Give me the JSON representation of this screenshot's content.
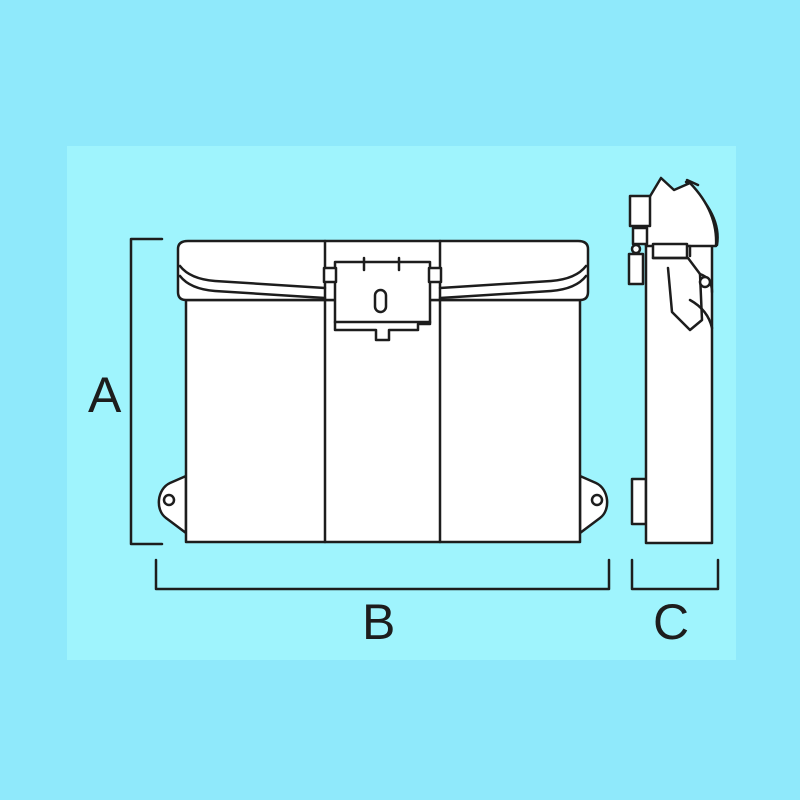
{
  "colors": {
    "page_background": "#8fe9fb",
    "panel_background": "#9ff4fd",
    "line": "#1d1d1d",
    "fill": "#ffffff"
  },
  "dimensions": {
    "height_label": "A",
    "width_label": "B",
    "depth_label": "C"
  }
}
